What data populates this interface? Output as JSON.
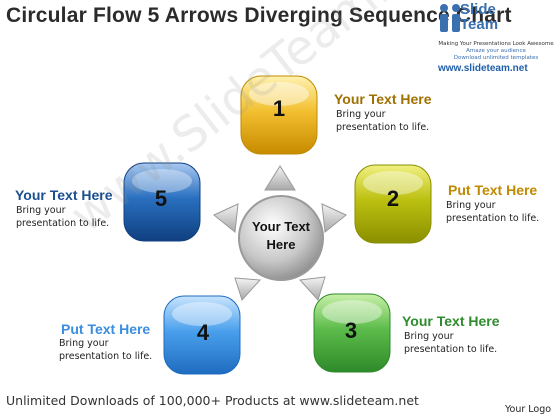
{
  "title": "Circular Flow 5 Arrows Diverging Sequence Chart",
  "logo": {
    "brand": "Slide Team",
    "tagline1": "Making Your Presentations Look Awesome",
    "tagline2": "Amaze your audience",
    "tagline3": "Download unlimited templates",
    "site": "www.slideteam.net"
  },
  "center": {
    "text_line1": "Your Text",
    "text_line2": "Here"
  },
  "steps": [
    {
      "number": "1",
      "label": "Your Text Here",
      "desc_line1": "Bring your",
      "desc_line2": "presentation to life.",
      "color": "#e8a800",
      "label_color": "#b07d00"
    },
    {
      "number": "2",
      "label": "Put Text Here",
      "desc_line1": "Bring your",
      "desc_line2": "presentation to life.",
      "color": "#a8b400",
      "label_color": "#b07d00"
    },
    {
      "number": "3",
      "label": "Your Text Here",
      "desc_line1": "Bring your",
      "desc_line2": "presentation to life.",
      "color": "#3aa53a",
      "label_color": "#2e8b2e"
    },
    {
      "number": "4",
      "label": "Put Text Here",
      "desc_line1": "Bring your",
      "desc_line2": "presentation to life.",
      "color": "#3a8ee0",
      "label_color": "#3a8ee0"
    },
    {
      "number": "5",
      "label": "Your Text Here",
      "desc_line1": "Bring your",
      "desc_line2": "presentation to life.",
      "color": "#1a5fa8",
      "label_color": "#1a4f90"
    }
  ],
  "footer": "Unlimited Downloads of 100,000+ Products at www.slideteam.net",
  "your_logo": "Your Logo",
  "watermark": "www.SlideTeam.net"
}
